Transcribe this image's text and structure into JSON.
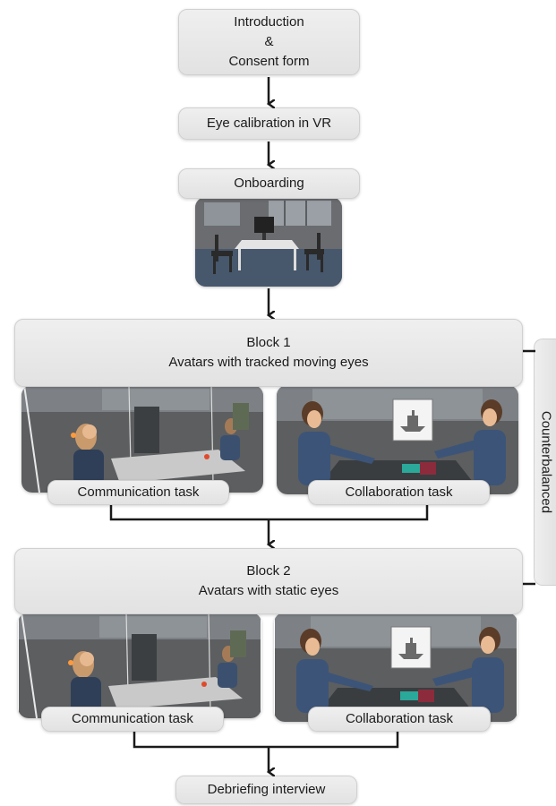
{
  "steps": {
    "intro": [
      "Introduction",
      "&",
      "Consent form"
    ],
    "calibration": "Eye calibration in VR",
    "onboarding": "Onboarding",
    "debrief": "Debriefing interview"
  },
  "blocks": [
    {
      "title": "Block 1",
      "subtitle": "Avatars with tracked moving eyes",
      "tasks": [
        "Communication task",
        "Collaboration task"
      ]
    },
    {
      "title": "Block 2",
      "subtitle": "Avatars with static eyes",
      "tasks": [
        "Communication task",
        "Collaboration task"
      ]
    }
  ],
  "side_label": "Counterbalanced",
  "colors": {
    "box": "#e8e8e8",
    "arrow": "#1a1a1a",
    "wall": "#6f6f6f",
    "floor": "#4a5a70"
  }
}
